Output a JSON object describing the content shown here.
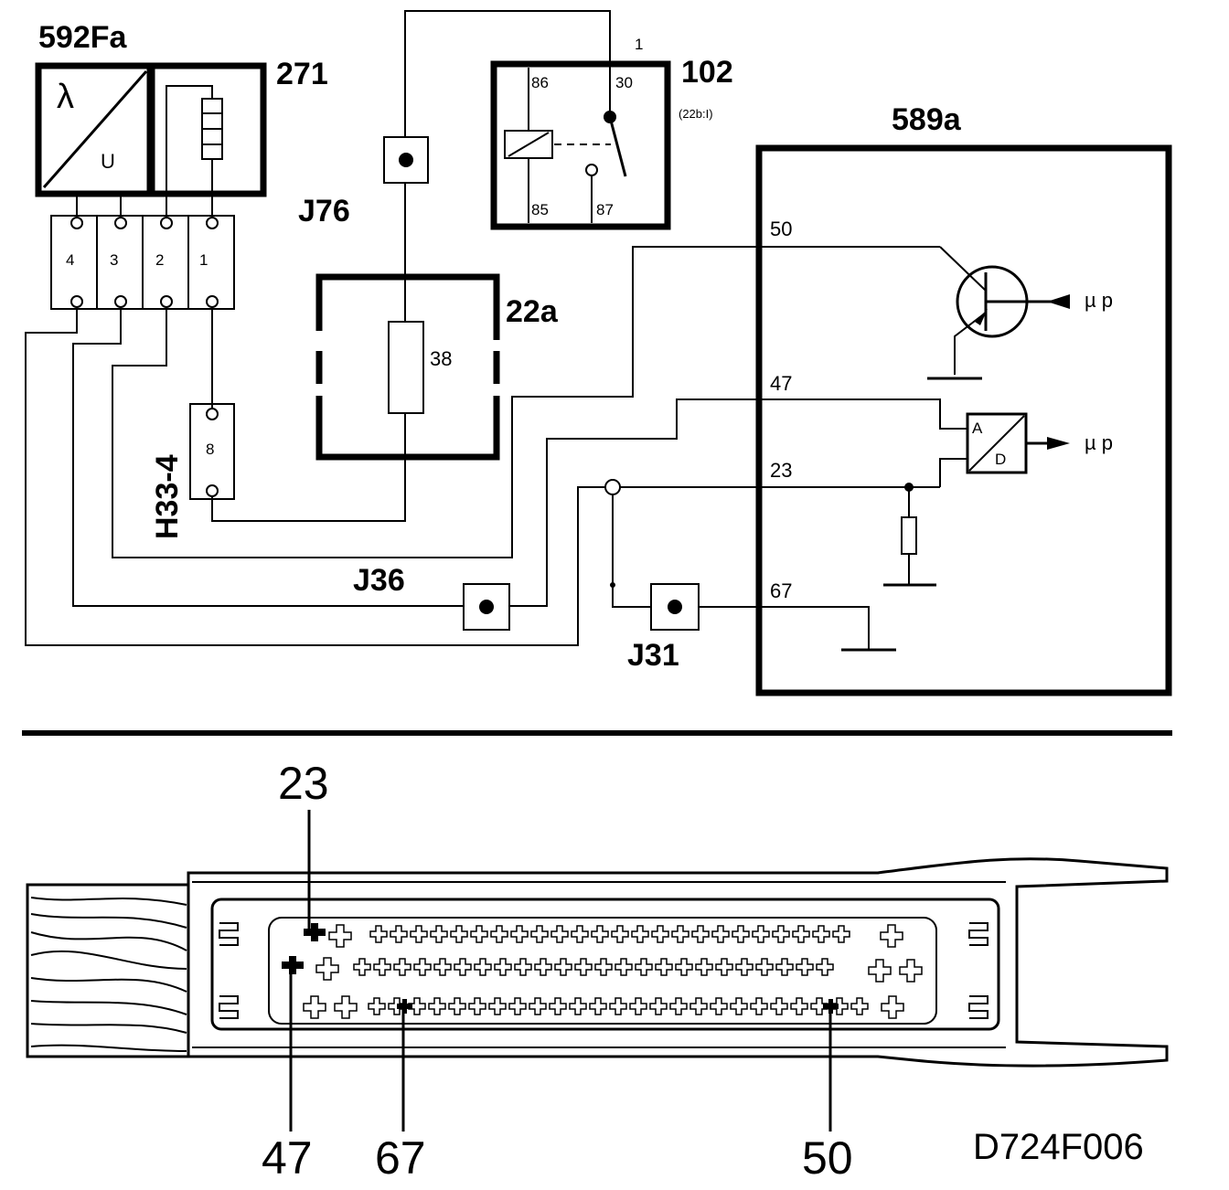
{
  "components": {
    "sensor_592fa": {
      "label": "592Fa",
      "lambda": "λ",
      "u": "U"
    },
    "heater_271": {
      "label": "271"
    },
    "connector_4pin": {
      "pins": [
        "4",
        "3",
        "2",
        "1"
      ]
    },
    "relay_102": {
      "label": "102",
      "sublabel": "(22b:I)",
      "pin_top": "1",
      "pin_86": "86",
      "pin_30": "30",
      "pin_85": "85",
      "pin_87": "87"
    },
    "fusebox_22a": {
      "label": "22a",
      "fuse": "38"
    },
    "connector_h33": {
      "label": "H33-4",
      "pin": "8"
    },
    "ecu_589a": {
      "label": "589a",
      "pins": {
        "p50": "50",
        "p47": "47",
        "p23": "23",
        "p67": "67"
      },
      "adc": {
        "a": "A",
        "d": "D"
      },
      "mu_p_1": "µ p",
      "mu_p_2": "µ p"
    }
  },
  "junctions": {
    "j76": "J76",
    "j36": "J36",
    "j31": "J31"
  },
  "ecu_connector": {
    "callouts": {
      "c23": "23",
      "c47": "47",
      "c67": "67",
      "c50": "50"
    }
  },
  "figure_ref": "D724F006"
}
